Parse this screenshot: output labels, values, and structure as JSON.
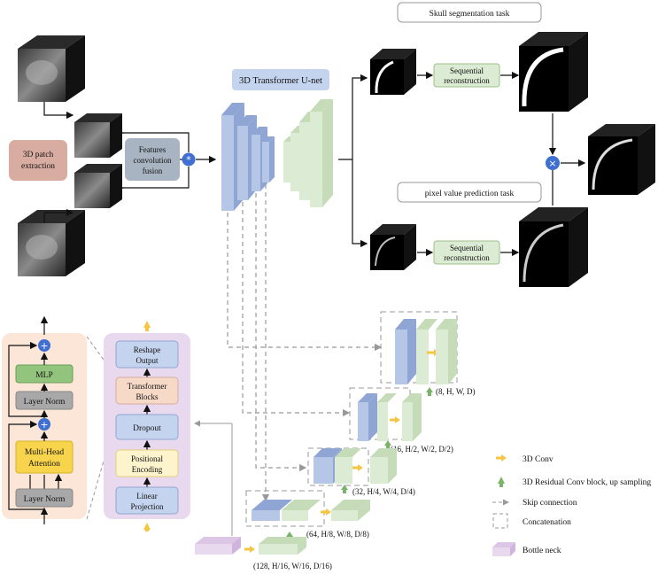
{
  "tasks": {
    "skull": "Skull segmentation task",
    "pixel": "pixel value prediction task"
  },
  "model": {
    "title": "3D Transformer U-net"
  },
  "preprocess": {
    "patch_line1": "3D patch",
    "patch_line2": "extraction",
    "fusion_line1": "Features",
    "fusion_line2": "convolution",
    "fusion_line3": "fusion"
  },
  "reconstruction": {
    "top_line1": "Sequential",
    "top_line2": "reconstruction",
    "bottom_line1": "Sequential",
    "bottom_line2": "reconstruction"
  },
  "transformer_block": {
    "mlp": "MLP",
    "layer_norm_top": "Layer Norm",
    "attention_line1": "Multi-Head",
    "attention_line2": "Attention",
    "layer_norm_bottom": "Layer Norm"
  },
  "encoder_stack": {
    "reshape_line1": "Reshape",
    "reshape_line2": "Output",
    "blocks_line1": "Transformer",
    "blocks_line2": "Blocks",
    "dropout": "Dropout",
    "pos_line1": "Positional",
    "pos_line2": "Encoding",
    "proj_line1": "Linear",
    "proj_line2": "Projection"
  },
  "decoder_dims": {
    "d1": "(8, H, W, D)",
    "d2": "(16, H/2, W/2, D/2)",
    "d3": "(32, H/4, W/4, D/4)",
    "d4": "(64, H/8, W/8, D/8)",
    "d5": "(128, H/16, W/16, D/16)"
  },
  "legend": {
    "conv": "3D Conv",
    "residual": "3D Residual Conv block, up sampling",
    "skip": "Skip connection",
    "concat": "Concatenation",
    "bottleneck": "Bottle neck"
  },
  "colors": {
    "blue_face": "#b5c6e6",
    "blue_side": "#8fa5d3",
    "green_face": "#dcebd3",
    "green_side": "#c6dcb9",
    "purple_panel": "#e8d9ee",
    "peach_panel": "#fbe6d8",
    "arrow_yellow": "#f5c644",
    "arrow_green": "#7cb36a"
  }
}
